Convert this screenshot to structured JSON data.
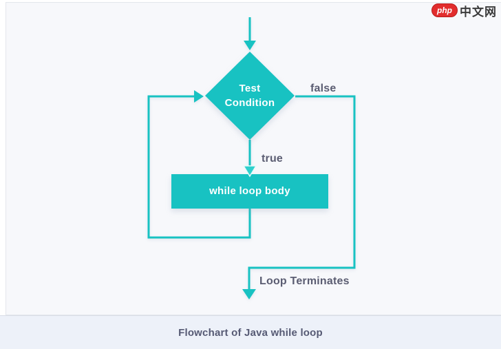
{
  "branding": {
    "logo_badge": "php",
    "logo_site": "中文网"
  },
  "diagram": {
    "type": "flowchart",
    "nodes": [
      {
        "id": "test-condition",
        "shape": "diamond",
        "label": "Test Condition"
      },
      {
        "id": "while-loop-body",
        "shape": "rectangle",
        "label": "while loop body"
      }
    ],
    "edges": [
      {
        "from": "start",
        "to": "test-condition",
        "label": ""
      },
      {
        "from": "test-condition",
        "to": "while-loop-body",
        "label": "true"
      },
      {
        "from": "test-condition",
        "to": "exit",
        "label": "false",
        "note": "Loop Terminates"
      },
      {
        "from": "while-loop-body",
        "to": "test-condition",
        "label": ""
      }
    ],
    "labels": {
      "true_branch": "true",
      "false_branch": "false",
      "terminates": "Loop Terminates"
    },
    "colors": {
      "accent": "#18c2c2",
      "edge_label_text": "#5b5d72",
      "node_text": "#ffffff",
      "panel_background": "#f7f8fb",
      "caption_background": "#edf1f9"
    }
  },
  "caption": "Flowchart of Java while loop"
}
